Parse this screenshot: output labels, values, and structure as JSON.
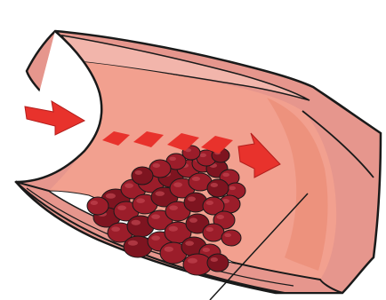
{
  "diagram": {
    "subject": "blood-vessel-cross-section",
    "icons": {
      "vessel": "vessel-icon",
      "plaque": "blood-clot-icon",
      "flow": "blood-flow-arrow-icon",
      "leader": "label-pointer-line"
    },
    "colors": {
      "vessel_outer": "#e6968d",
      "vessel_wall": "#f2b5ab",
      "vessel_inner": "#f2a08f",
      "vessel_lumen_shadow": "#e98770",
      "outline": "#1a1a1a",
      "arrow": "#e8322c",
      "arrow_shadow": "#b31e1c",
      "clot_dark": "#7e1420",
      "clot_mid": "#9b1d2a",
      "clot_highlight": "#c24550",
      "gap": "#ffffff"
    },
    "flow_arrow_count": 5,
    "clot_cell_count": 42
  }
}
